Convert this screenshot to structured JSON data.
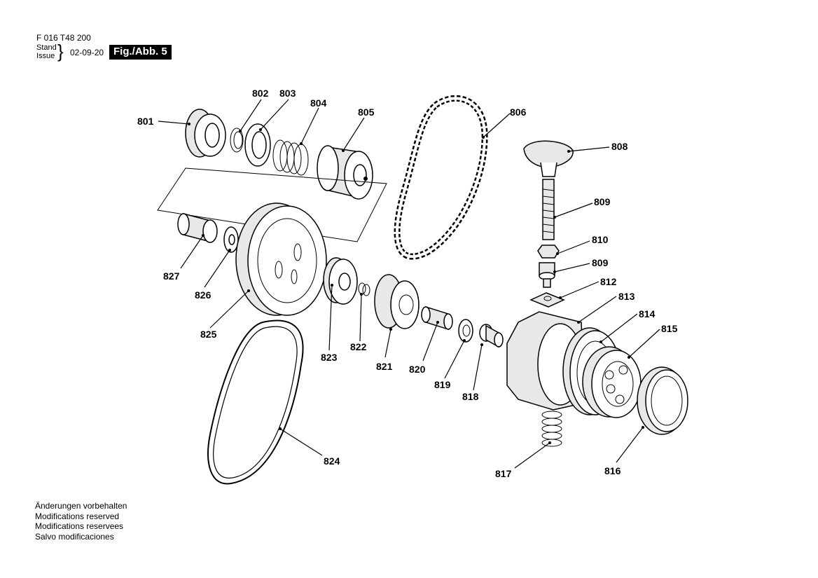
{
  "header": {
    "part_code": "F 016 T48 200",
    "stand_label": "Stand",
    "issue_label": "Issue",
    "date": "02-09-20",
    "figure_label": "Fig./Abb. 5"
  },
  "callouts": {
    "c801": "801",
    "c802": "802",
    "c803": "803",
    "c804": "804",
    "c805": "805",
    "c806": "806",
    "c808": "808",
    "c809a": "809",
    "c810": "810",
    "c809b": "809",
    "c812": "812",
    "c813": "813",
    "c814": "814",
    "c815": "815",
    "c816": "816",
    "c817": "817",
    "c818": "818",
    "c819": "819",
    "c820": "820",
    "c821": "821",
    "c822": "822",
    "c823": "823",
    "c824": "824",
    "c825": "825",
    "c826": "826",
    "c827": "827"
  },
  "footer": {
    "line1": "Änderungen vorbehalten",
    "line2": "Modifications reserved",
    "line3": "Modifications reservees",
    "line4": "Salvo modificaciones"
  }
}
